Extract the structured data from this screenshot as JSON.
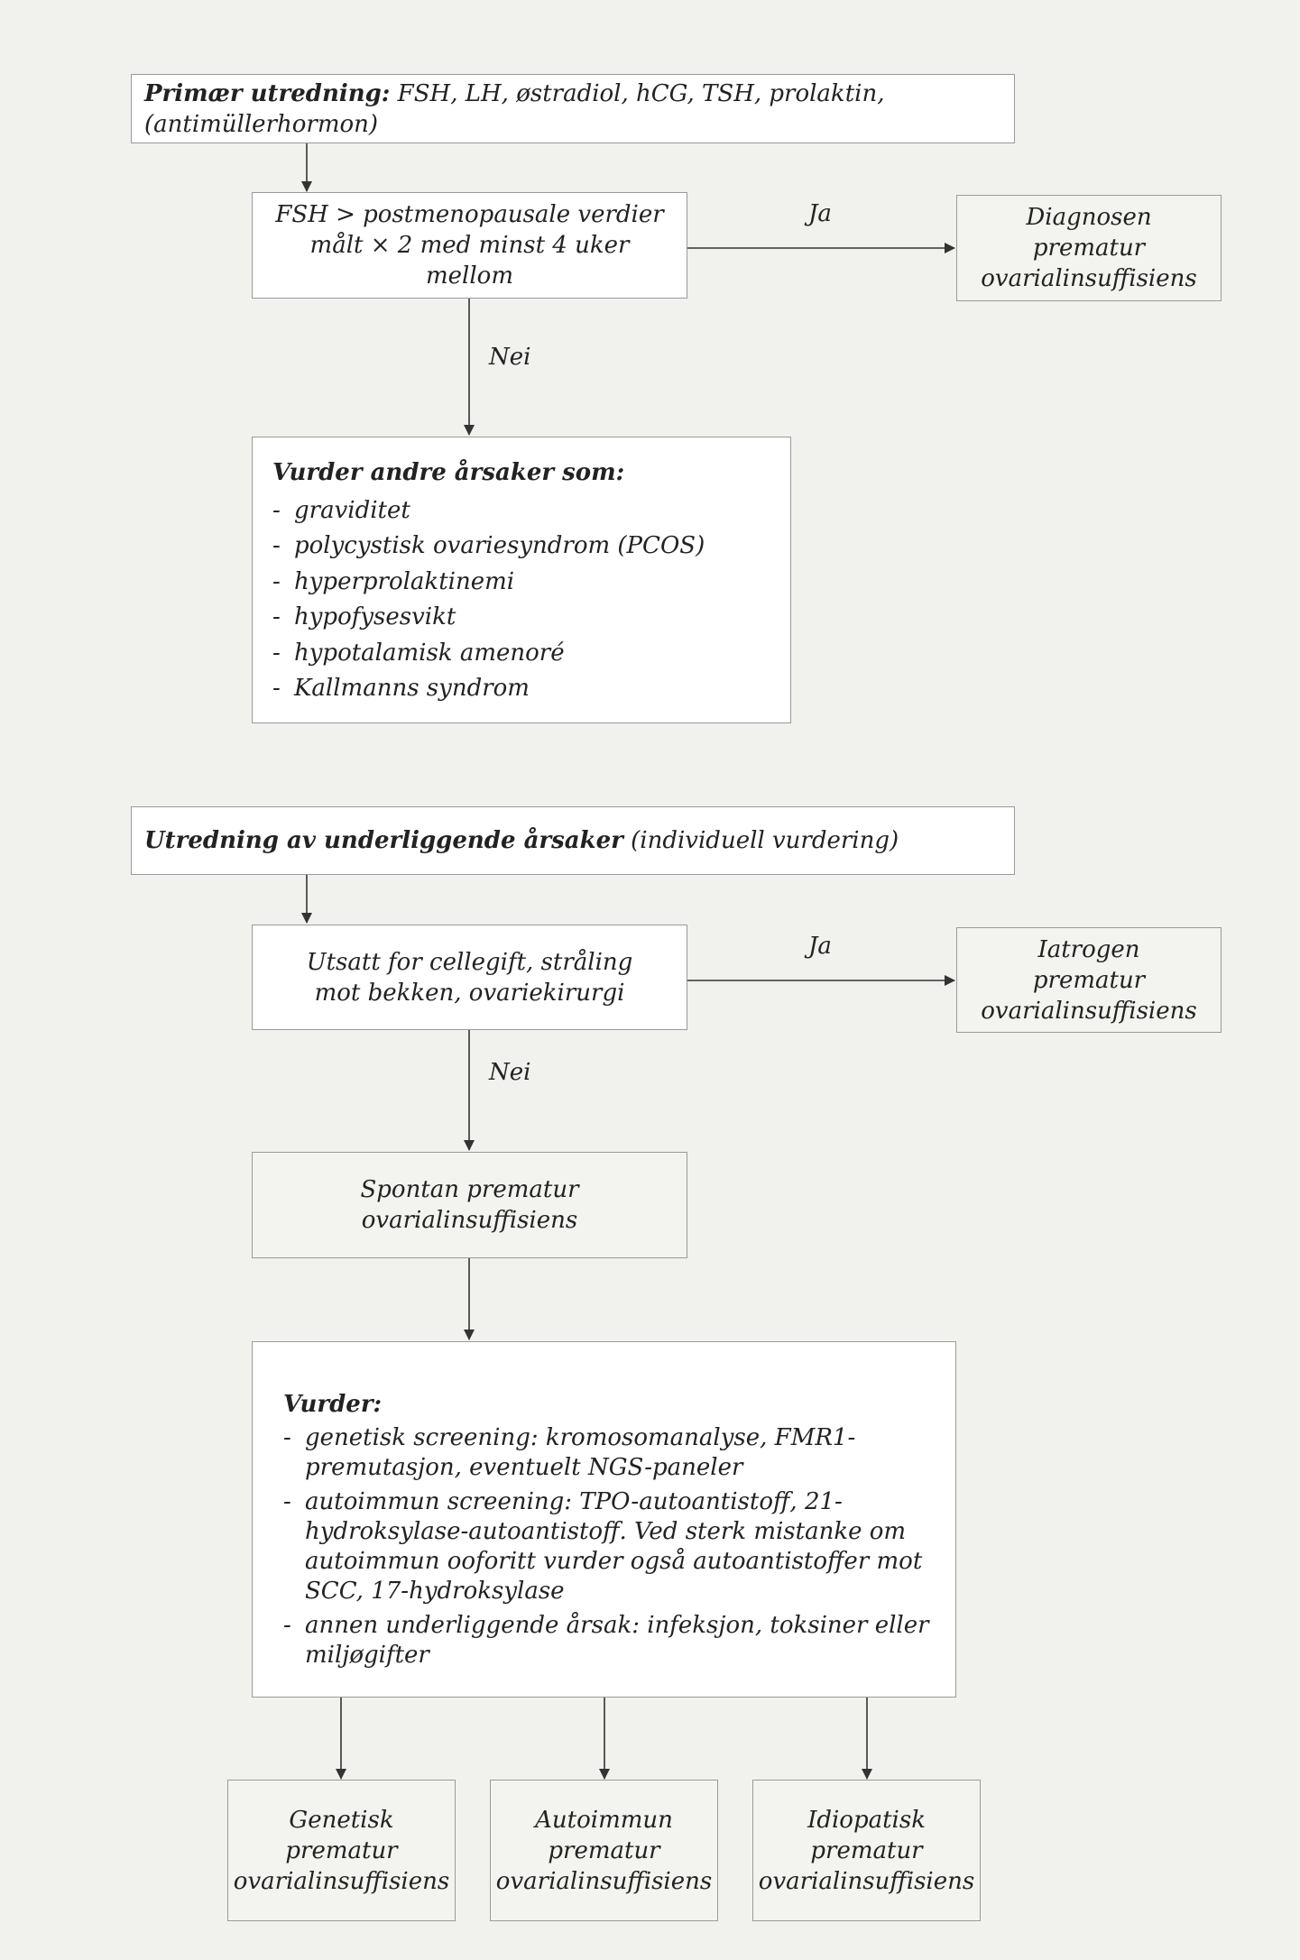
{
  "section1": {
    "primary_title": "Primær utredning:",
    "primary_tests": " FSH, LH, østradiol, hCG, TSH, prolaktin, (antimüllerhormon)",
    "fsh_question": "FSH > postmenopausale verdier målt × 2 med minst 4 uker mellom",
    "yes_label": "Ja",
    "no_label": "Nei",
    "diagnosis": "Diagnosen prematur ovarialinsuffisiens",
    "other_causes_title": "Vurder andre årsaker som:",
    "other_causes": [
      "graviditet",
      "polycystisk ovariesyndrom (PCOS)",
      "hyperprolaktinemi",
      "hypofysesvikt",
      "hypotalamisk amenoré",
      "Kallmanns syndrom"
    ]
  },
  "section2": {
    "underlying_title": "Utredning av underliggende årsaker",
    "underlying_note": " (individuell vurdering)",
    "exposure_question": "Utsatt for cellegift, stråling mot bekken, ovariekirurgi",
    "yes_label": "Ja",
    "no_label": "Nei",
    "iatrogenic": "Iatrogen prematur ovarialinsuffisiens",
    "spontaneous": "Spontan prematur ovarialinsuffisiens",
    "consider_title": "Vurder:",
    "consider_items": [
      "genetisk screening: kromosomanalyse, FMR1-premutasjon, eventuelt NGS-paneler",
      "autoimmun screening: TPO-autoantistoff, 21-hydroksylase-autoantistoff. Ved sterk mistanke om autoimmun ooforitt vurder også autoantistoffer mot SCC, 17-hydroksylase",
      "annen underliggende årsak: infeksjon, toksiner eller miljøgifter"
    ],
    "outcomes": [
      "Genetisk prematur ovarialinsuffisiens",
      "Autoimmun prematur ovarialinsuffisiens",
      "Idiopatisk prematur ovarialinsuffisiens"
    ]
  },
  "colors": {
    "border": "#9a9a9a",
    "background": "#f1f2ee",
    "result_fill": "#f3f4ef",
    "line": "#333333"
  }
}
